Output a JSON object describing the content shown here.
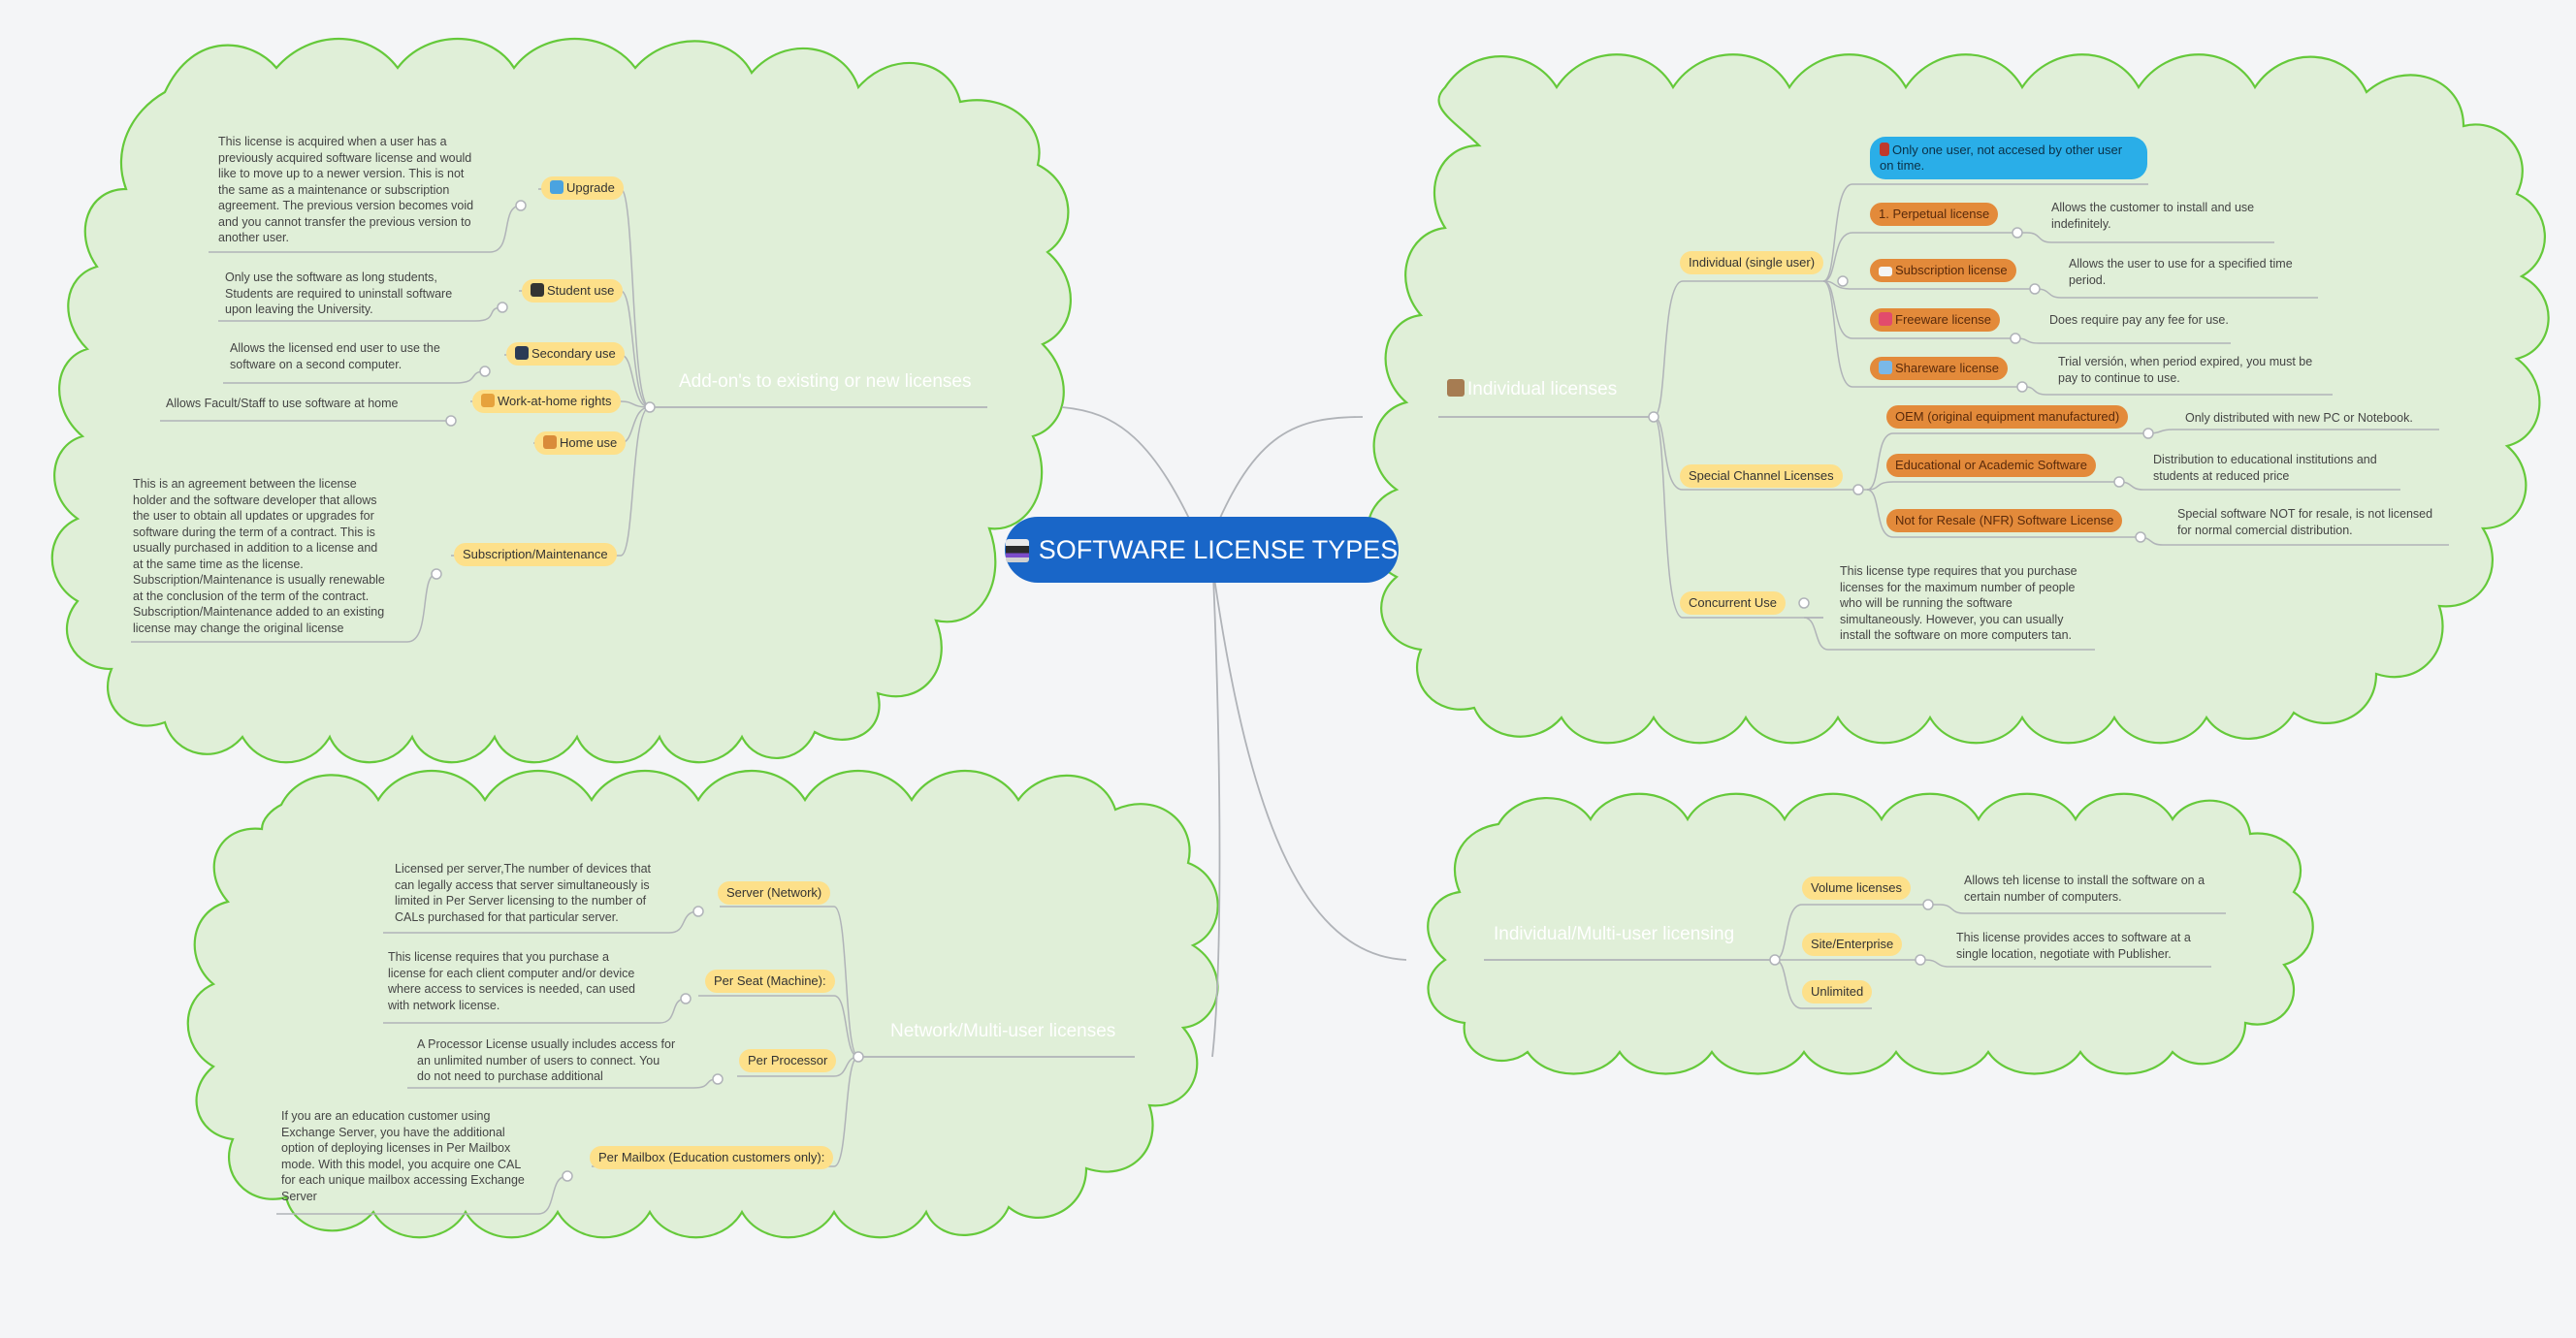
{
  "title": "SOFTWARE LICENSE TYPES",
  "colors": {
    "background": "#f4f5f7",
    "cloud_fill": "#e0efd8",
    "cloud_stroke": "#65c93a",
    "root": "#1966c8",
    "topic_yellow": "#fde08a",
    "topic_orange": "#e38a3a",
    "topic_blue": "#2aaee8",
    "connector": "#b0b3b8",
    "branch_text": "#ffffff"
  },
  "addons": {
    "title": "Add-on's to existing or new licenses",
    "upgrade": {
      "label": "Upgrade",
      "note": "This license is acquired when a user has a\npreviously acquired software license and would\nlike to move up to a newer version. This is not\nthe same as a maintenance or subscription\nagreement. The previous version becomes void\nand you cannot transfer the previous version to\nanother user."
    },
    "student": {
      "label": "Student use",
      "note": "Only use the software as long students,\nStudents are required to uninstall software\nupon leaving the University."
    },
    "secondary": {
      "label": "Secondary use",
      "note": "Allows the licensed end user to use the\nsoftware on a second computer."
    },
    "workhome": {
      "label": "Work-at-home rights",
      "note": "Allows Facult/Staff to use software at home"
    },
    "homeuse": {
      "label": "Home use"
    },
    "subscription": {
      "label": "Subscription/Maintenance",
      "note": "This is an agreement between the license\nholder and the software developer that allows\nthe user to obtain all updates or upgrades for\nsoftware during the term of a contract. This is\nusually purchased in addition to a license and\nat the same time as the license.\nSubscription/Maintenance is usually renewable\nat the conclusion of the term of the contract.\nSubscription/Maintenance added to an existing\nlicense may change the original license"
    }
  },
  "individual": {
    "title": "Individual licenses",
    "single": {
      "label": "Individual (single user)"
    },
    "only_one": {
      "label": "Only one user, not accesed by other user on time."
    },
    "perpetual": {
      "label": "1. Perpetual license",
      "note": "Allows the customer to install and use\nindefinitely."
    },
    "subscription": {
      "label": "Subscription license",
      "note": "Allows  the user to use for a specified time\nperiod."
    },
    "freeware": {
      "label": "Freeware license",
      "note": "Does require pay any fee for use."
    },
    "shareware": {
      "label": "Shareware license",
      "note": "Trial versión, when period expired, you must be\npay to continue to use."
    },
    "special": {
      "label": "Special Channel Licenses"
    },
    "oem": {
      "label": "OEM (original equipment manufactured)",
      "note": "Only distributed with new PC or Notebook."
    },
    "educational": {
      "label": "Educational or Academic Software",
      "note": "Distribution to educational institutions and\nstudents at reduced price"
    },
    "nfr": {
      "label": "Not for Resale (NFR) Software License",
      "note": "Special software NOT for resale, is not licensed\nfor normal comercial distribution."
    },
    "concurrent": {
      "label": "Concurrent Use",
      "note": "This license type requires that you purchase\nlicenses for the maximum number of people\nwho will be running the software\nsimultaneously. However, you can usually\ninstall the software on more computers tan."
    }
  },
  "network": {
    "title": "Network/Multi-user licenses",
    "server": {
      "label": "Server (Network)",
      "note": "Licensed per server,The number of devices that\ncan legally access that server simultaneously is\nlimited in Per Server licensing to the number of\nCALs purchased for that particular server."
    },
    "seat": {
      "label": "Per Seat (Machine):",
      "note": "This license requires that you purchase a\nlicense for each client computer and/or device\nwhere access to services is needed, can used\nwith network license."
    },
    "processor": {
      "label": "Per Processor",
      "note": "A Processor License usually includes access for\nan unlimited number of users to connect. You\ndo not need to purchase additional"
    },
    "mailbox": {
      "label": "Per Mailbox (Education customers only):",
      "note": "If you are an education customer using\nExchange Server, you have the additional\noption of deploying licenses in Per Mailbox\nmode. With this model, you acquire one CAL\nfor each unique mailbox accessing Exchange\nServer"
    }
  },
  "multi": {
    "title": "Individual/Multi-user licensing",
    "volume": {
      "label": "Volume licenses",
      "note": "Allows teh license to install the software on a\ncertain number of computers."
    },
    "site": {
      "label": "Site/Enterprise",
      "note": "This license provides acces to software at a\nsingle location, negotiate with Publisher."
    },
    "unlimited": {
      "label": "Unlimited"
    }
  },
  "icons": [
    "computer-icon",
    "up-arrow-icon",
    "graduation-cap-icon",
    "desktop-icon",
    "house-worker-icon",
    "home-person-icon",
    "person-icon",
    "flag-icon",
    "credit-card-icon",
    "gift-icon",
    "share-icon"
  ]
}
